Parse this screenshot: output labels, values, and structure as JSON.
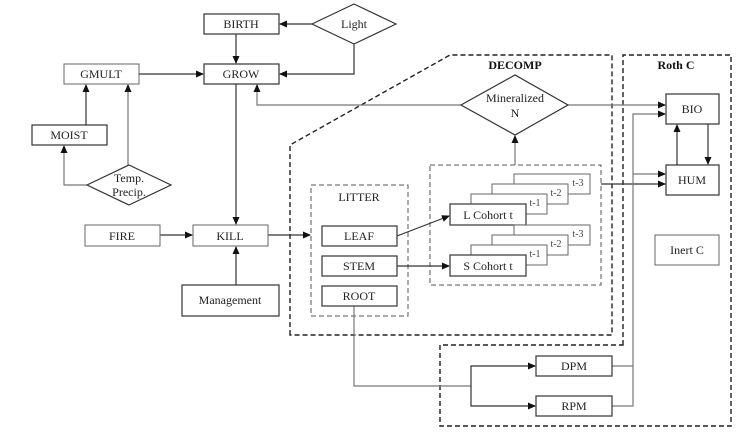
{
  "diagram": {
    "nodes": {
      "birth": "BIRTH",
      "light": "Light",
      "gmult": "GMULT",
      "grow": "GROW",
      "moist": "MOIST",
      "temp_precip_line1": "Temp.",
      "temp_precip_line2": "Precip.",
      "fire": "FIRE",
      "kill": "KILL",
      "management": "Management",
      "litter": "LITTER",
      "leaf": "LEAF",
      "stem": "STEM",
      "root": "ROOT",
      "l_cohort": "L Cohort t",
      "s_cohort": "S Cohort t",
      "cohort_t1": "t-1",
      "cohort_t2": "t-2",
      "cohort_t3": "t-3",
      "mineralized_line1": "Mineralized",
      "mineralized_line2": "N",
      "bio": "BIO",
      "hum": "HUM",
      "inert_c": "Inert C",
      "dpm": "DPM",
      "rpm": "RPM"
    },
    "groups": {
      "decomp": "DECOMP",
      "rothc": "Roth C"
    },
    "edges": [
      [
        "Light",
        "BIRTH"
      ],
      [
        "Light",
        "GROW"
      ],
      [
        "BIRTH",
        "GROW"
      ],
      [
        "GMULT",
        "GROW"
      ],
      [
        "MOIST",
        "GMULT"
      ],
      [
        "Temp. Precip.",
        "GMULT"
      ],
      [
        "Temp. Precip.",
        "MOIST"
      ],
      [
        "Mineralized N",
        "GROW"
      ],
      [
        "Mineralized N",
        "BIO"
      ],
      [
        "GROW",
        "KILL"
      ],
      [
        "FIRE",
        "KILL"
      ],
      [
        "Management",
        "KILL"
      ],
      [
        "KILL",
        "LITTER"
      ],
      [
        "LEAF",
        "L Cohort t"
      ],
      [
        "STEM",
        "S Cohort t"
      ],
      [
        "Cohorts",
        "Mineralized N"
      ],
      [
        "Cohorts",
        "HUM"
      ],
      [
        "ROOT",
        "DPM"
      ],
      [
        "ROOT",
        "RPM"
      ],
      [
        "DPM/RPM",
        "BIO"
      ],
      [
        "DPM/RPM",
        "HUM"
      ],
      [
        "BIO",
        "HUM"
      ],
      [
        "HUM",
        "BIO"
      ]
    ]
  }
}
